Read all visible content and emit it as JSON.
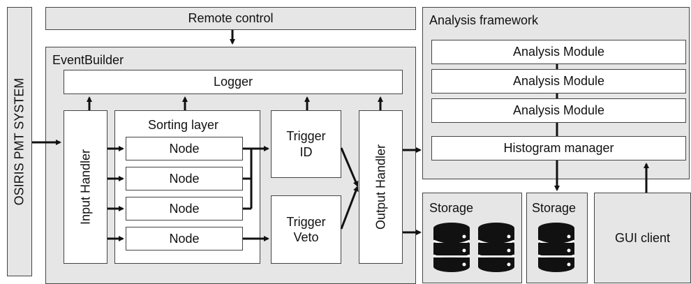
{
  "osiris": {
    "label": "OSIRIS PMT SYSTEM"
  },
  "remote": {
    "label": "Remote control"
  },
  "eventbuilder": {
    "title": "EventBuilder",
    "logger": "Logger",
    "input_handler": "Input Handler",
    "sorting_layer": "Sorting layer",
    "nodes": [
      "Node",
      "Node",
      "Node",
      "Node"
    ],
    "trigger_id": "Trigger\nID",
    "trigger_veto": "Trigger\nVeto",
    "output_handler": "Output Handler"
  },
  "analysis": {
    "title": "Analysis framework",
    "modules": [
      "Analysis Module",
      "Analysis Module",
      "Analysis Module"
    ],
    "histogram": "Histogram manager"
  },
  "storage": {
    "left": "Storage",
    "right": "Storage"
  },
  "gui": {
    "label": "GUI client"
  },
  "icons": [
    "database-icon",
    "database-icon",
    "database-icon"
  ]
}
